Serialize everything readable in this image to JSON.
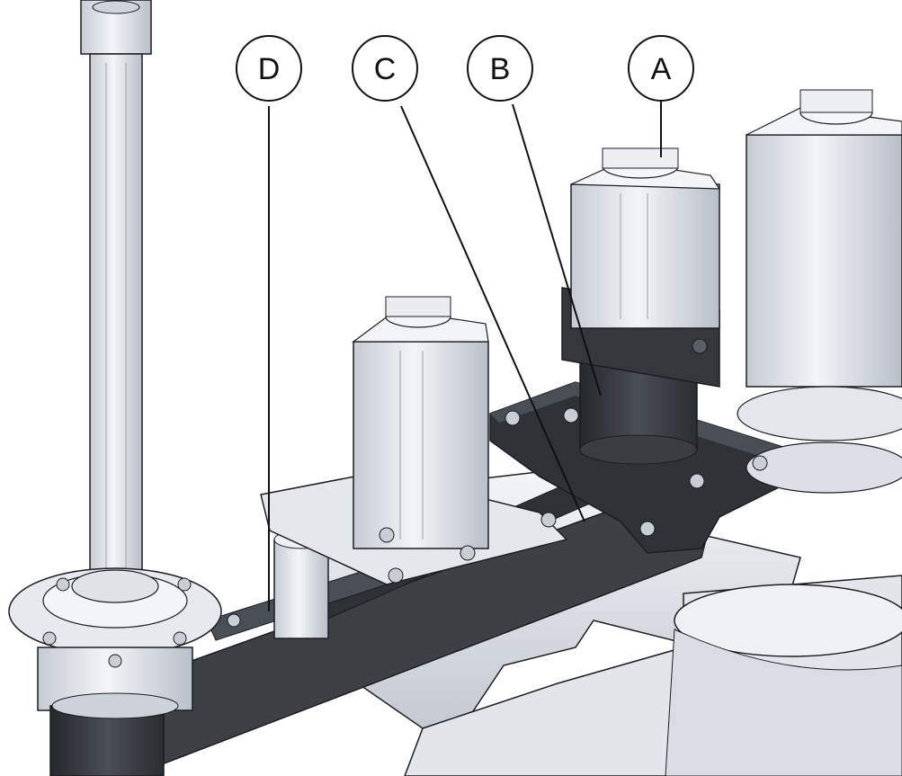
{
  "callouts": [
    {
      "id": "d",
      "label": "D"
    },
    {
      "id": "c",
      "label": "C"
    },
    {
      "id": "b",
      "label": "B"
    },
    {
      "id": "a",
      "label": "A"
    }
  ],
  "colors": {
    "background": "#ffffff",
    "metal_light": "#eef0f4",
    "metal_mid": "#d7dbe2",
    "metal_shadow": "#b6bcc6",
    "belt_dark": "#3d4045",
    "reducer_dark": "#2f3237",
    "outline": "#1b1d20"
  }
}
